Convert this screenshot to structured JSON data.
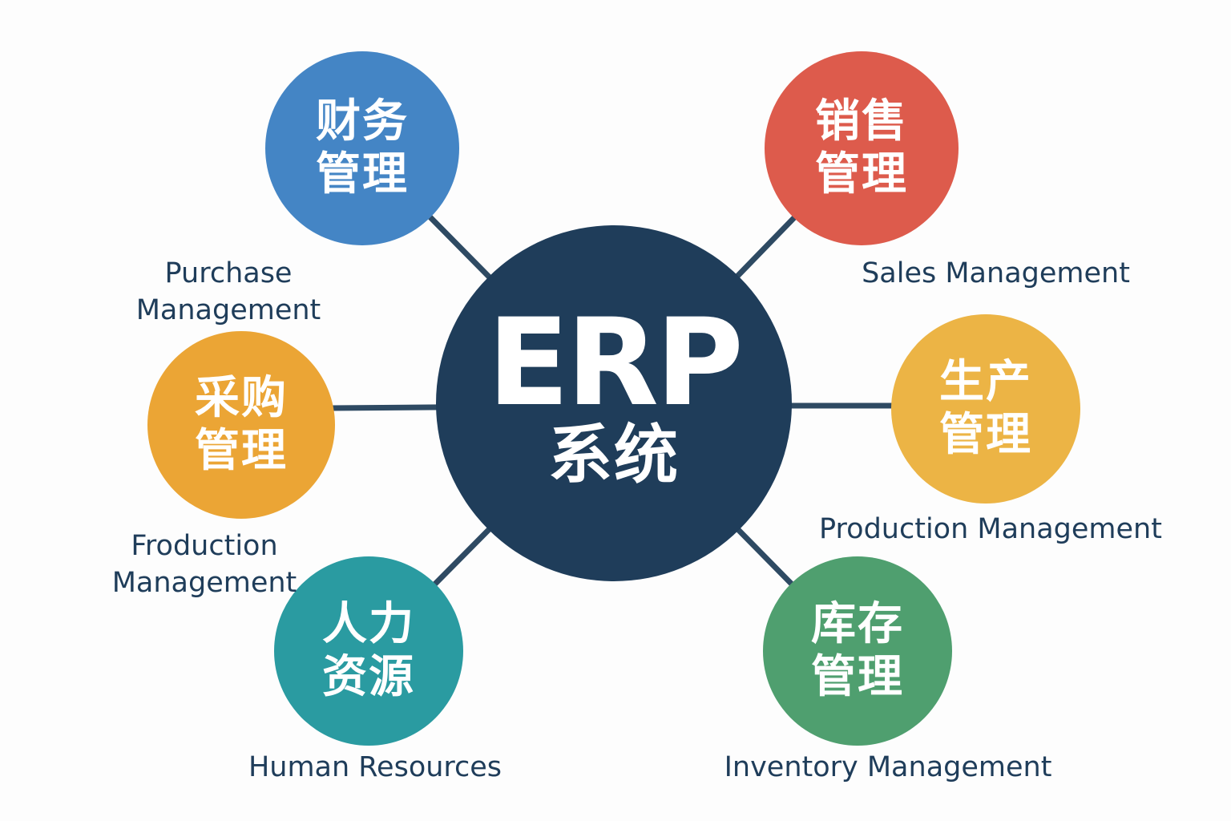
{
  "center": {
    "title": "ERP",
    "subtitle": "系统",
    "color": "#1f3d5a"
  },
  "modules": [
    {
      "id": "finance",
      "line1": "财务",
      "line2": "管理",
      "color": "#4485c5"
    },
    {
      "id": "sales",
      "line1": "销售",
      "line2": "管理",
      "color": "#dd5b4c"
    },
    {
      "id": "purchase",
      "line1": "采购",
      "line2": "管理",
      "color": "#eba535"
    },
    {
      "id": "production",
      "line1": "生产",
      "line2": "管理",
      "color": "#ecb445"
    },
    {
      "id": "hr",
      "line1": "人力",
      "line2": "资源",
      "color": "#2a9ba1"
    },
    {
      "id": "inventory",
      "line1": "库存",
      "line2": "管理",
      "color": "#4f9f6f"
    }
  ],
  "labels": {
    "purchase_1": "Purchase",
    "purchase_2": "Management",
    "sales": "Sales Management",
    "production": "Production Management",
    "froduction_1": "Froduction",
    "froduction_2": "Management",
    "hr": "Human Resources",
    "inventory": "Inventory Management"
  },
  "line_color": "#2e4a63"
}
